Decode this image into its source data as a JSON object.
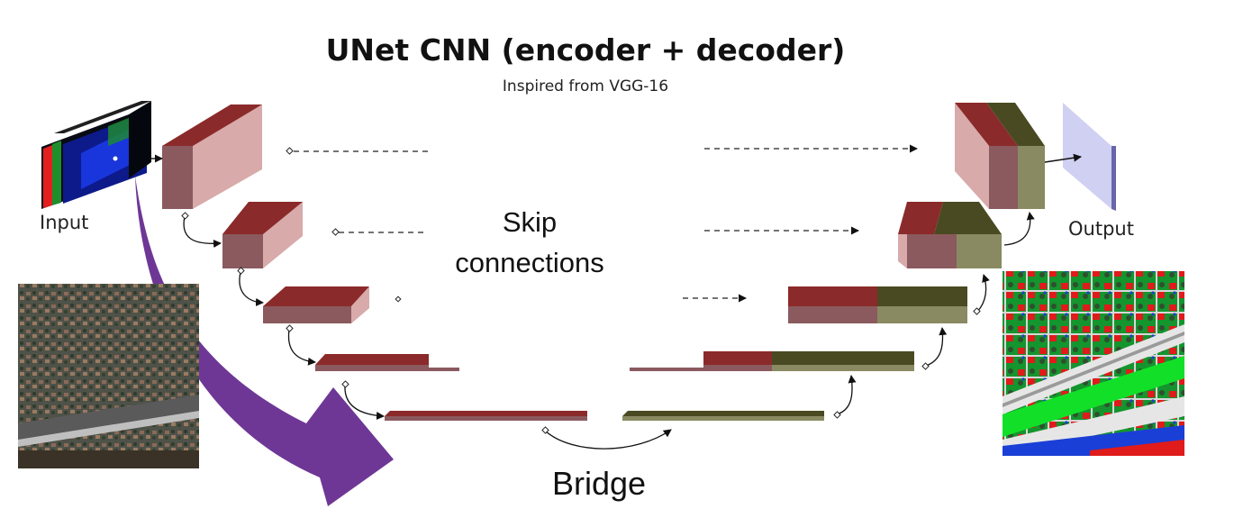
{
  "title": "UNet CNN (encoder + decoder)",
  "subtitle": "Inspired from VGG-16",
  "labels": {
    "input": "Input",
    "output": "Output",
    "skip_line1": "Skip",
    "skip_line2": "connections",
    "bridge": "Bridge"
  },
  "colors": {
    "encoder_top": "#8b2a2a",
    "encoder_side": "#8a5a5e",
    "encoder_front": "#d8aaaa",
    "decoder_top": "#4a4a22",
    "decoder_side": "#8a8a62",
    "output_face": "#d0d0f2",
    "output_edge": "#6666aa",
    "big_arrow": "#6e3796"
  },
  "icons": [
    "input-stack-icon",
    "satellite-image-icon",
    "segmentation-map-icon",
    "big-arrow-icon"
  ]
}
